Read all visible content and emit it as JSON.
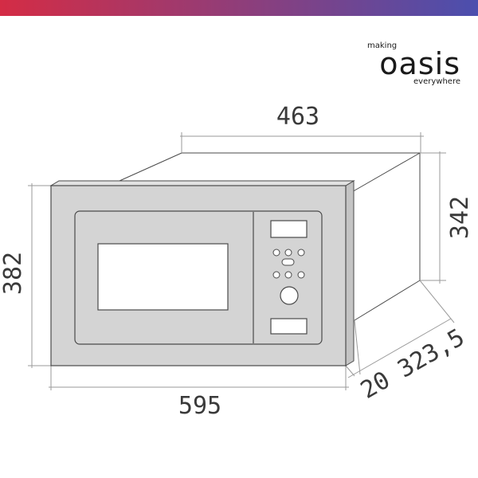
{
  "colors": {
    "gradient_start": "#d42c45",
    "gradient_end": "#4b4fae",
    "panel_fill": "#d4d4d4",
    "line": "#4a4a4a",
    "dim_line": "#9a9a9a"
  },
  "logo": {
    "top_text": "making",
    "brand": "oasis",
    "bottom_text": "everywhere"
  },
  "dimensions": {
    "top_width": "463",
    "right_height": "342",
    "front_height": "382",
    "front_width": "595",
    "depth": "323,5",
    "panel_depth": "20"
  },
  "icons": [
    "knob-icon",
    "display-icon",
    "button-icon",
    "door-window-icon"
  ]
}
